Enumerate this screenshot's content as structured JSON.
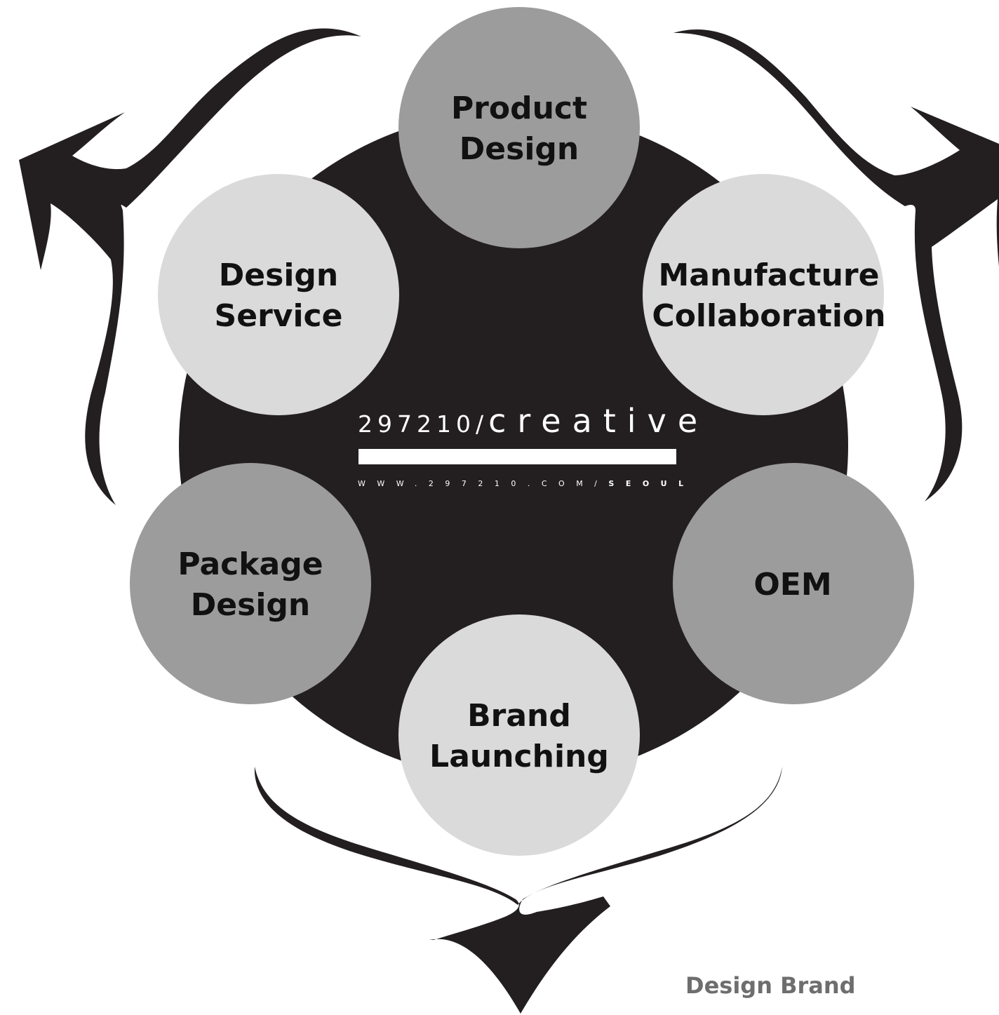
{
  "colors": {
    "background": "#ffffff",
    "center_disc": "#231f20",
    "node_light": "#dadada",
    "node_dark": "#9c9c9c",
    "arrow": "#231f20",
    "caption": "#6e6e6e"
  },
  "logo": {
    "number": "297210/",
    "word": "creative",
    "url_plain": "WWW.297210.COM/",
    "url_bold": "SEOUL"
  },
  "nodes": [
    {
      "id": "product-design",
      "lines": [
        "Product",
        "Design"
      ],
      "tone": "dark"
    },
    {
      "id": "manufacture-collaboration",
      "lines": [
        "Manufacture",
        "Collaboration"
      ],
      "tone": "light"
    },
    {
      "id": "oem",
      "lines": [
        "OEM"
      ],
      "tone": "dark"
    },
    {
      "id": "brand-launching",
      "lines": [
        "Brand",
        "Launching"
      ],
      "tone": "light"
    },
    {
      "id": "package-design",
      "lines": [
        "Package",
        "Design"
      ],
      "tone": "dark"
    },
    {
      "id": "design-service",
      "lines": [
        "Design",
        "Service"
      ],
      "tone": "light"
    }
  ],
  "arrows": [
    {
      "id": "arrow-left",
      "direction": "up-left"
    },
    {
      "id": "arrow-right",
      "direction": "up-right"
    },
    {
      "id": "arrow-bottom",
      "direction": "down"
    }
  ],
  "caption": "Design Brand"
}
